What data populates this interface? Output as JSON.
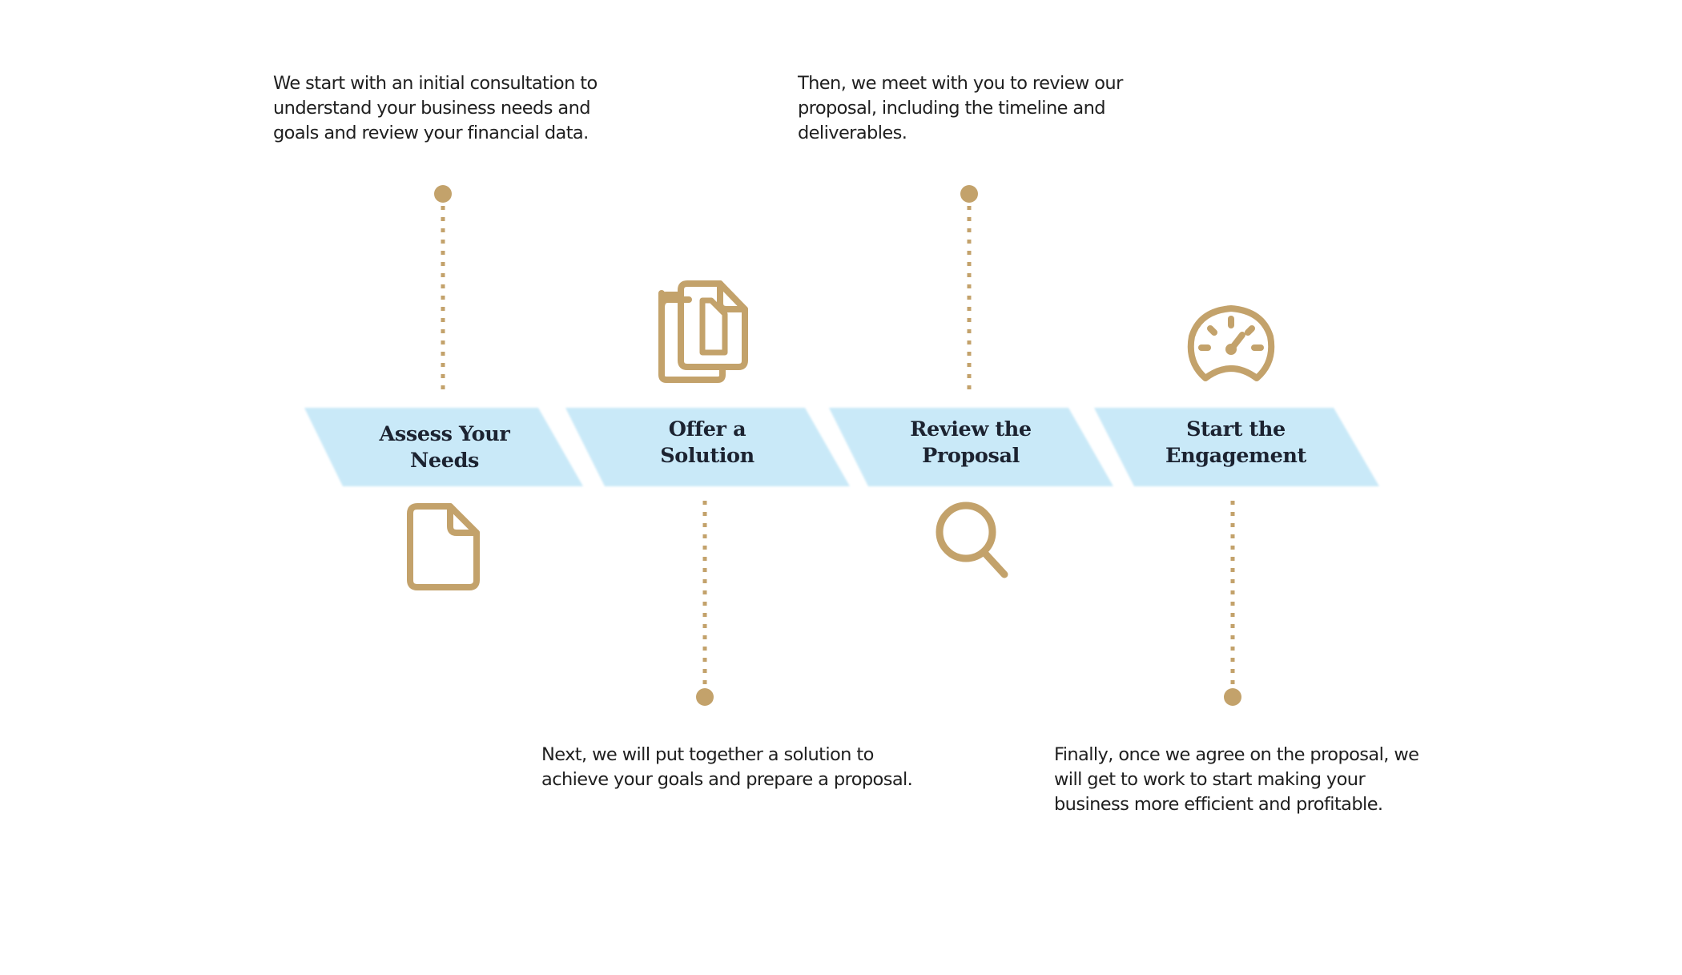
{
  "accent_color": "#c3a26b",
  "band_color": "#c9e9f8",
  "steps": [
    {
      "title": "Assess Your Needs",
      "title_line1": "Assess Your",
      "title_line2": "Needs",
      "description": "We start with an initial consultation to\nunderstand your business needs and\ngoals and review your financial data.",
      "icon": "document-icon"
    },
    {
      "title": "Offer a Solution",
      "title_line1": "Offer a",
      "title_line2": "Solution",
      "description": "Next, we will put together a solution to\nachieve your goals and prepare a proposal.",
      "icon": "copy-documents-icon"
    },
    {
      "title": "Review the Proposal",
      "title_line1": "Review the",
      "title_line2": "Proposal",
      "description": "Then, we meet with you to review our\nproposal, including the timeline and\ndeliverables.",
      "icon": "magnifier-icon"
    },
    {
      "title": "Start the Engagement",
      "title_line1": "Start the",
      "title_line2": "Engagement",
      "description": "Finally, once we agree on the proposal, we\nwill get to work to start making your\nbusiness more efficient and profitable.",
      "icon": "speedometer-icon"
    }
  ]
}
